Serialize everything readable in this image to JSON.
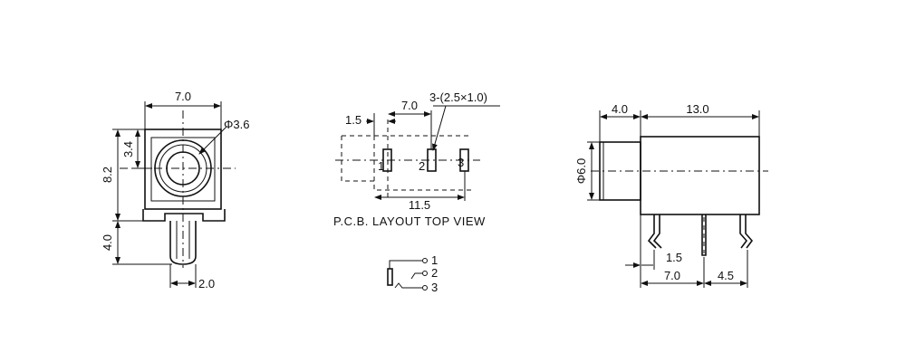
{
  "front_view": {
    "width_dim": "7.0",
    "hole_dim": "Φ3.6",
    "height_dim": "8.2",
    "upper_dim": "3.4",
    "pin_length_dim": "4.0",
    "pin_width_dim": "2.0"
  },
  "pcb_layout": {
    "left_offset_dim": "1.5",
    "spacing_dim": "7.0",
    "slot_dim": "3-(2.5×1.0)",
    "total_dim": "11.5",
    "pin_labels": [
      "1",
      "2",
      "3"
    ],
    "caption": "P.C.B. LAYOUT TOP VIEW"
  },
  "schematic": {
    "terminals": [
      "1",
      "2",
      "3"
    ]
  },
  "side_view": {
    "front_length_dim": "4.0",
    "body_length_dim": "13.0",
    "diameter_dim": "Φ6.0",
    "pin_offset_dim": "1.5",
    "pin_spacing_a_dim": "7.0",
    "pin_spacing_b_dim": "4.5"
  }
}
